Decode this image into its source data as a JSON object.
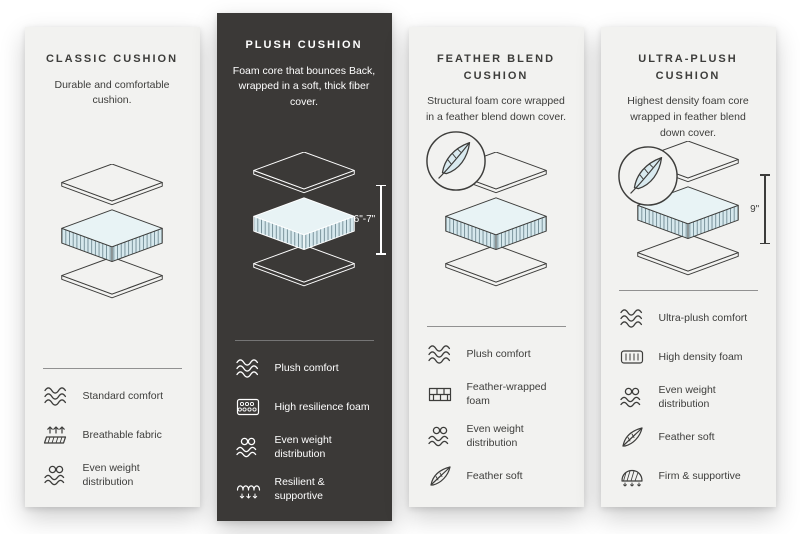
{
  "type": "cushion-comparison-infographic",
  "colors": {
    "page_bg": "#ffffff",
    "card_light_bg": "#f2f2f0",
    "card_dark_bg": "#3b3937",
    "ink": "#3d3d3b",
    "ink_on_dark": "#ffffff",
    "foam_top": "#e8f3f5",
    "foam_side": "#d6e8ed",
    "foam_hatch": "#5a7680"
  },
  "cards": [
    {
      "title": "CLASSIC CUSHION",
      "description": "Durable and comfortable cushion.",
      "theme": "light",
      "measurement": "",
      "feather_badge": false,
      "features": [
        {
          "icon": "comfort-waves-icon",
          "label": "Standard comfort"
        },
        {
          "icon": "breathable-fabric-icon",
          "label": "Breathable fabric"
        },
        {
          "icon": "even-weight-icon",
          "label": "Even weight distribution"
        }
      ]
    },
    {
      "title": "PLUSH CUSHION",
      "description": "Foam core that bounces Back, wrapped in a soft, thick fiber cover.",
      "theme": "dark",
      "measurement": "6\"-7\"",
      "feather_badge": false,
      "features": [
        {
          "icon": "comfort-waves-icon",
          "label": "Plush comfort"
        },
        {
          "icon": "resilience-foam-icon",
          "label": "High resilience foam"
        },
        {
          "icon": "even-weight-icon",
          "label": "Even weight distribution"
        },
        {
          "icon": "spring-support-icon",
          "label": "Resilient & supportive"
        }
      ]
    },
    {
      "title": "FEATHER BLEND CUSHION",
      "description": "Structural foam core wrapped in a feather blend down cover.",
      "theme": "light",
      "measurement": "",
      "feather_badge": true,
      "features": [
        {
          "icon": "comfort-waves-icon",
          "label": "Plush comfort"
        },
        {
          "icon": "foam-bricks-icon",
          "label": "Feather-wrapped foam"
        },
        {
          "icon": "even-weight-icon",
          "label": "Even weight distribution"
        },
        {
          "icon": "feather-icon",
          "label": "Feather soft"
        }
      ]
    },
    {
      "title": "ULTRA-PLUSH CUSHION",
      "description": "Highest density foam core wrapped in feather blend down cover.",
      "theme": "light",
      "measurement": "9\"",
      "feather_badge": true,
      "features": [
        {
          "icon": "comfort-waves-icon",
          "label": "Ultra-plush comfort"
        },
        {
          "icon": "density-foam-icon",
          "label": "High density foam"
        },
        {
          "icon": "even-weight-icon",
          "label": "Even weight distribution"
        },
        {
          "icon": "feather-icon",
          "label": "Feather soft"
        },
        {
          "icon": "firm-support-icon",
          "label": "Firm & supportive"
        }
      ]
    }
  ]
}
